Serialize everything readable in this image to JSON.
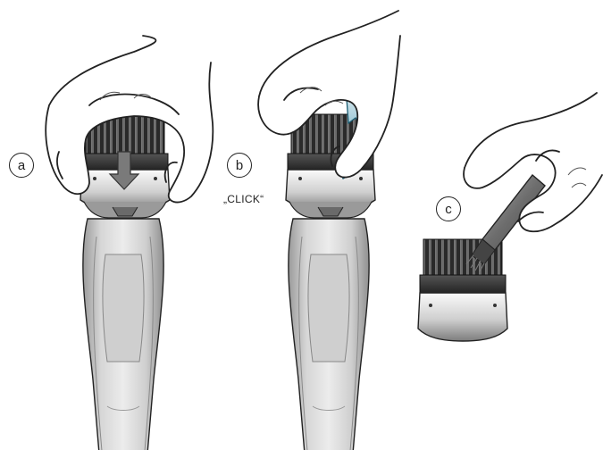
{
  "steps": [
    {
      "label": "a"
    },
    {
      "label": "b"
    },
    {
      "label": "c"
    }
  ],
  "sound_text": "„CLICK“",
  "colors": {
    "outline": "#222222",
    "body_light": "#e4e4e4",
    "body_mid": "#b9b9b9",
    "comb_dark": "#2b2b2b",
    "arrow_blue": "#3a93b0",
    "metal_dark": "#4d4d4d"
  },
  "icons": [
    "down-arrow-icon",
    "curved-arrow-icon",
    "brush-icon"
  ]
}
